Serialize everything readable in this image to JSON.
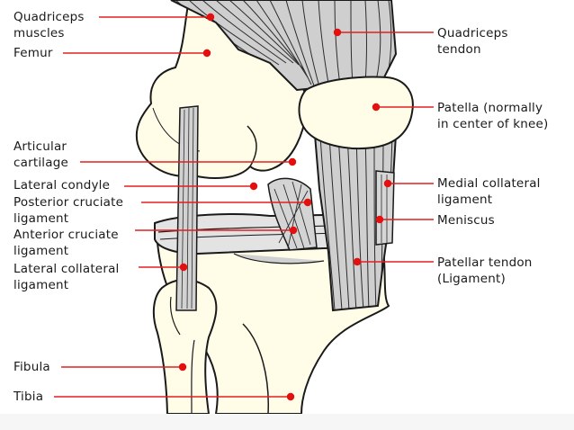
{
  "colors": {
    "bone": "#fffde8",
    "outline": "#1a1a1a",
    "tendon_fill": "#c9c9c9",
    "tendon_line": "#2b2b2b",
    "leader": "#e02020",
    "dot": "#e41010",
    "label_text": "#1a1a1a"
  },
  "labels_left": [
    {
      "id": "quadriceps-muscles",
      "line1": "Quadriceps",
      "line2": "muscles"
    },
    {
      "id": "femur",
      "line1": "Femur",
      "line2": ""
    },
    {
      "id": "articular-cartilage",
      "line1": "Articular",
      "line2": "cartilage"
    },
    {
      "id": "lateral-condyle",
      "line1": "Lateral condyle",
      "line2": ""
    },
    {
      "id": "posterior-cruciate-ligament",
      "line1": "Posterior cruciate",
      "line2": "ligament"
    },
    {
      "id": "anterior-cruciate-ligament",
      "line1": "Anterior cruciate",
      "line2": "ligament"
    },
    {
      "id": "lateral-collateral-ligament",
      "line1": "Lateral collateral",
      "line2": "ligament"
    },
    {
      "id": "fibula",
      "line1": "Fibula",
      "line2": ""
    },
    {
      "id": "tibia",
      "line1": "Tibia",
      "line2": ""
    }
  ],
  "labels_right": [
    {
      "id": "quadriceps-tendon",
      "line1": "Quadriceps",
      "line2": "tendon"
    },
    {
      "id": "patella",
      "line1": "Patella (normally",
      "line2": "in center of knee)"
    },
    {
      "id": "medial-collateral-ligament",
      "line1": "Medial collateral",
      "line2": "ligament"
    },
    {
      "id": "meniscus",
      "line1": "Meniscus",
      "line2": ""
    },
    {
      "id": "patellar-tendon",
      "line1": "Patellar tendon",
      "line2": "(Ligament)"
    }
  ]
}
